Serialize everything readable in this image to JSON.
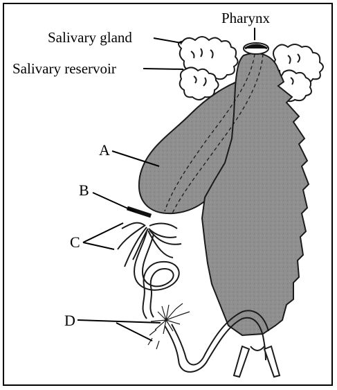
{
  "labels": {
    "pharynx": "Pharynx",
    "salivary_gland": "Salivary gland",
    "salivary_reservoir": "Salivary reservoir",
    "a": "A",
    "b": "B",
    "c": "C",
    "d": "D"
  },
  "colors": {
    "organ_fill": "#8f8f8f",
    "outline": "#1a1a1a",
    "tube": "#ffffff"
  }
}
